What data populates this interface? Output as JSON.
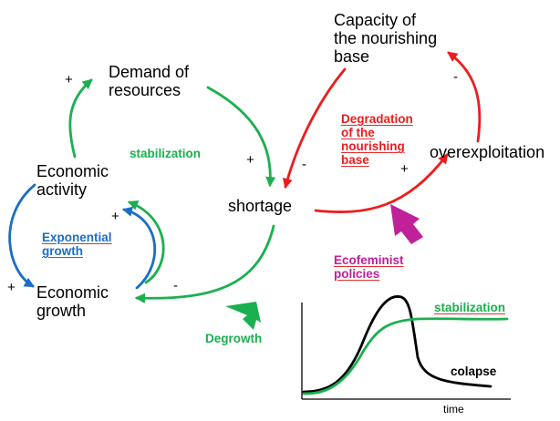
{
  "nodes": {
    "demand": "Demand of\nresources",
    "economic_activity": "Economic\nactivity",
    "economic_growth": "Economic\ngrowth",
    "shortage": "shortage",
    "capacity": "Capacity of\nthe nourishing\nbase",
    "overexploitation": "overexploitation"
  },
  "labels": {
    "stabilization": "stabilization",
    "exponential_growth": "Exponential\ngrowth",
    "degradation": "Degradation\nof the\nnourishing\nbase",
    "ecofeminist": "Ecofeminist\npolicies",
    "degrowth": "Degrowth"
  },
  "signs": {
    "plus_demand": "+",
    "plus_shortage": "+",
    "plus_activity": "+",
    "plus_growth": "+",
    "minus_growth": "-",
    "minus_capacity": "-",
    "minus_overexploit": "-",
    "plus_overexploit": "+"
  },
  "colors": {
    "green": "#1ab04f",
    "blue": "#1a6fc4",
    "red": "#ee1c1c",
    "magenta": "#c0209a",
    "black": "#000000"
  },
  "inset": {
    "stabilization_label": "stabilization",
    "collapse_label": "colapse",
    "x_axis_label": "time"
  }
}
